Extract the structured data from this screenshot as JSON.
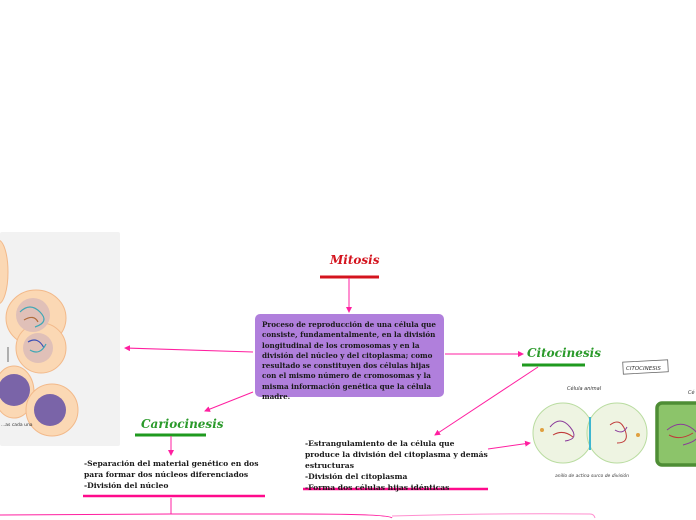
{
  "central": {
    "title": "Mitosis",
    "title_color": "#d4141e",
    "definition": "Proceso de reproducción de una célula que consiste, fundamentalmente, en la división longitudinal de los cromosomas y en la división del núcleo y del citoplasma; como resultado se constituyen dos células hijas con el mismo número de cromosomas y la misma información genética que la célula madre.",
    "box_color": "#b07fdc"
  },
  "cariocinesis": {
    "title": "Cariocinesis",
    "title_color": "#2a9a2a",
    "items": [
      "-Separación del material genético en dos para formar dos núcleos diferenciados",
      "-División del núcleo"
    ]
  },
  "citocinesis": {
    "title": "Citocinesis",
    "title_color": "#2a9a2a",
    "items": [
      "-Estrangulamiento de la célula que produce la división del citoplasma y demás estructuras",
      "-División del citoplasma",
      "-Forma dos células hijas idénticas"
    ]
  },
  "left_image": {
    "caption": "...as cada una"
  },
  "right_image": {
    "label_box": "CITOCINESIS",
    "animal_cell_label": "Célula animal",
    "plant_cell_label": "Cé",
    "actin_ring_label": "anillo de actina",
    "division_groove_label": "surco de división"
  },
  "colors": {
    "connector": "#ff1fa0",
    "underline_pink": "#ff0a8c",
    "underline_green": "#1f9a1f",
    "underline_red": "#d4141e"
  }
}
